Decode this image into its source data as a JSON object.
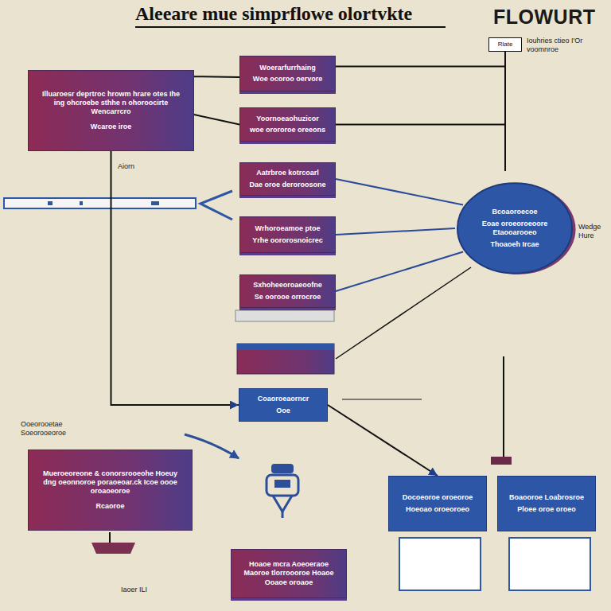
{
  "diagram": {
    "title": "Aleeare mue simprflowe olortvkte",
    "nodes": [
      {
        "text": [
          "Woerarfurrhaing",
          "Woe ocoroo oervore"
        ]
      },
      {
        "text": [
          "Rlate"
        ]
      },
      {
        "text": [
          "Illuaroesr deprtroc hrowm hrare otes Ihe ing ohcroebe sthhe n ohoroocirte Wencarrcro",
          "Wcaroe iroe"
        ]
      },
      {
        "text": [
          "Yoornoeaohuzicor",
          "woe orororoe oreeons"
        ]
      },
      {
        "text": [
          "Aatrbroe kotrcoarl",
          "Dae oroe deroroosone"
        ]
      },
      {
        "text": [
          "Bcoaoroecoe",
          "Eoae oroeoroeoore Etaooarooeo",
          "Thoaoeh Ircae"
        ]
      },
      {
        "text": [
          "Wrhoroeamoe ptoe",
          "Yrhe oororosnoicrec"
        ]
      },
      {
        "text": [
          "Sxhoheeoroaeoofne",
          "Se oorooe orrocroe"
        ]
      },
      {
        "text": [
          "Coaoroeaorncr",
          "Ooe"
        ]
      },
      {
        "text": [
          "Mueroeoreone & conorsrooeohe Hoeuy dng oeonnoroe poraoeoar.ck Icoe oooe oroaoeoroe",
          "Rcaoroe"
        ]
      },
      {
        "text": [
          "Docoeoroe oroeoroe",
          "Hoeoao oroeoroeo"
        ]
      },
      {
        "text": [
          "Boaooroe Loabrosroe",
          "Ploee oroe oroeo"
        ]
      },
      {
        "text": [
          "Hoaoe mcra Aoeoeraoe Maoroe tlorroooroe Hoaoe Ooaoe oroaoe"
        ]
      }
    ],
    "edges": [
      {
        "from": 2,
        "to": 0,
        "arrow": "none"
      },
      {
        "from": 2,
        "to": 3,
        "arrow": "none"
      },
      {
        "from": 0,
        "to": 1,
        "arrow": "none"
      },
      {
        "from": 3,
        "to": 1,
        "arrow": "none"
      },
      {
        "from": 5,
        "to": 4,
        "arrow": "none"
      },
      {
        "from": 5,
        "to": 6,
        "arrow": "none"
      },
      {
        "from": 5,
        "to": 7,
        "arrow": "none"
      },
      {
        "from": 2,
        "to": 8,
        "arrow": "to"
      },
      {
        "from": 8,
        "to": 10,
        "arrow": "to"
      }
    ],
    "labels": [
      "FLOWURT",
      "Iouhries ctieo I'Or voomnroe",
      "Aiorn",
      "Wedge Hure",
      "Ooeorooetae Soeorooeoroe",
      "Iaoer ILI"
    ]
  }
}
